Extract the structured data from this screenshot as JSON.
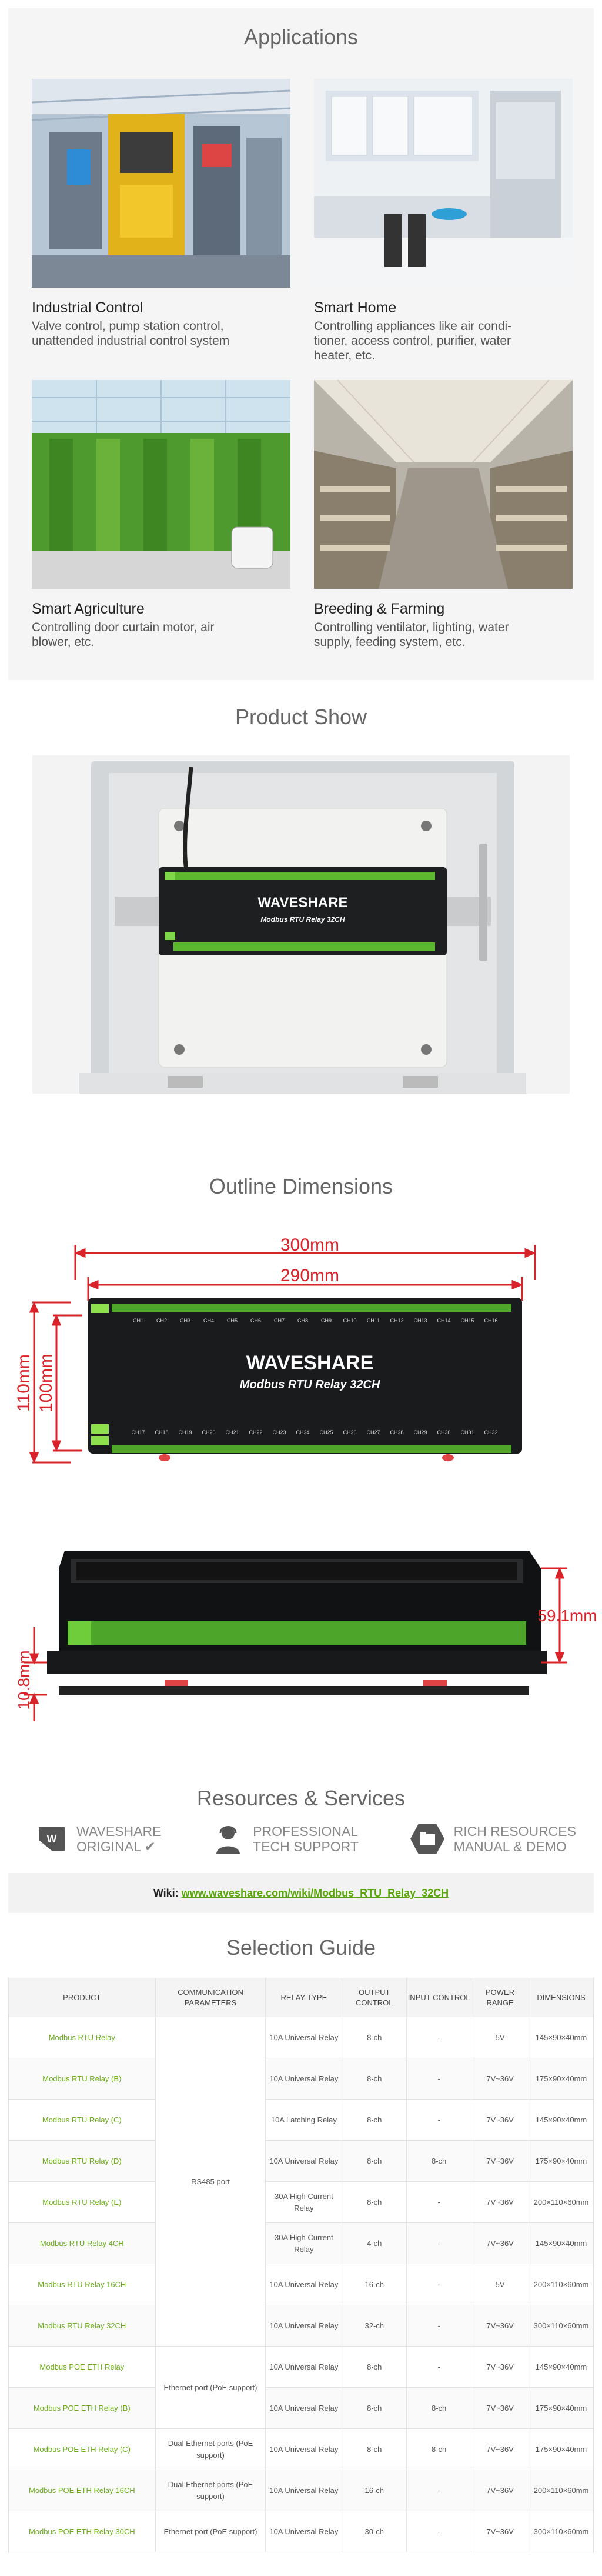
{
  "applications": {
    "title": "Applications",
    "cards": [
      {
        "name": "Industrial Control",
        "desc1": "Valve control, pump station control,",
        "desc2": "unattended industrial control system",
        "desc3": ""
      },
      {
        "name": "Smart Home",
        "desc1": "Controlling appliances like air condi-",
        "desc2": "tioner, access control, purifier, water",
        "desc3": "heater, etc."
      },
      {
        "name": "Smart Agriculture",
        "desc1": "Controlling door curtain motor, air",
        "desc2": "blower, etc.",
        "desc3": ""
      },
      {
        "name": "Breeding & Farming",
        "desc1": "Controlling ventilator, lighting, water",
        "desc2": "supply, feeding system, etc.",
        "desc3": ""
      }
    ]
  },
  "product_show": {
    "title": "Product Show",
    "brand": "WAVESHARE",
    "model": "Modbus RTU Relay 32CH"
  },
  "outline": {
    "title": "Outline Dimensions",
    "width_outer": "300mm",
    "width_inner": "290mm",
    "height_outer": "110mm",
    "height_inner": "100mm",
    "depth": "59.1mm",
    "foot": "10.8mm",
    "brand": "WAVESHARE",
    "model": "Modbus RTU Relay 32CH",
    "channels_top": [
      "CH1",
      "CH2",
      "CH3",
      "CH4",
      "CH5",
      "CH6",
      "CH7",
      "CH8",
      "CH9",
      "CH10",
      "CH11",
      "CH12",
      "CH13",
      "CH14",
      "CH15",
      "CH16"
    ],
    "channels_bottom": [
      "CH17",
      "CH18",
      "CH19",
      "CH20",
      "CH21",
      "CH22",
      "CH23",
      "CH24",
      "CH25",
      "CH26",
      "CH27",
      "CH28",
      "CH29",
      "CH30",
      "CH31",
      "CH32"
    ]
  },
  "resources": {
    "title": "Resources & Services",
    "items": [
      {
        "line1": "WAVESHARE",
        "line2": "ORIGINAL"
      },
      {
        "line1": "PROFESSIONAL",
        "line2": "TECH SUPPORT"
      },
      {
        "line1": "RICH RESOURCES",
        "line2": "MANUAL & DEMO"
      }
    ],
    "wiki_label": "Wiki:",
    "wiki_link": "www.waveshare.com/wiki/Modbus_RTU_Relay_32CH"
  },
  "selection": {
    "title": "Selection Guide",
    "headers": [
      "PRODUCT",
      "COMMUNICATION PARAMETERS",
      "RELAY TYPE",
      "OUTPUT CONTROL",
      "INPUT CONTROL",
      "POWER RANGE",
      "DIMENSIONS"
    ],
    "rs485": "RS485 port",
    "eth_poe": "Ethernet port (PoE support)",
    "rows": [
      {
        "product": "Modbus RTU Relay",
        "relay": "10A Universal Relay",
        "out": "8-ch",
        "in": "-",
        "power": "5V",
        "dim": "145×90×40mm"
      },
      {
        "product": "Modbus RTU Relay (B)",
        "relay": "10A Universal Relay",
        "out": "8-ch",
        "in": "-",
        "power": "7V~36V",
        "dim": "175×90×40mm"
      },
      {
        "product": "Modbus RTU Relay (C)",
        "relay": "10A Latching Relay",
        "out": "8-ch",
        "in": "-",
        "power": "7V~36V",
        "dim": "145×90×40mm"
      },
      {
        "product": "Modbus RTU Relay (D)",
        "relay": "10A Universal Relay",
        "out": "8-ch",
        "in": "8-ch",
        "power": "7V~36V",
        "dim": "175×90×40mm"
      },
      {
        "product": "Modbus RTU Relay (E)",
        "relay": "30A High Current Relay",
        "out": "8-ch",
        "in": "-",
        "power": "7V~36V",
        "dim": "200×110×60mm"
      },
      {
        "product": "Modbus RTU Relay 4CH",
        "relay": "30A High Current Relay",
        "out": "4-ch",
        "in": "-",
        "power": "7V~36V",
        "dim": "145×90×40mm"
      },
      {
        "product": "Modbus RTU Relay 16CH",
        "relay": "10A Universal Relay",
        "out": "16-ch",
        "in": "-",
        "power": "5V",
        "dim": "200×110×60mm"
      },
      {
        "product": "Modbus RTU Relay 32CH",
        "relay": "10A Universal Relay",
        "out": "32-ch",
        "in": "-",
        "power": "7V~36V",
        "dim": "300×110×60mm"
      },
      {
        "product": "Modbus POE ETH Relay",
        "relay": "10A Universal Relay",
        "out": "8-ch",
        "in": "-",
        "power": "7V~36V",
        "dim": "145×90×40mm"
      },
      {
        "product": "Modbus POE ETH Relay (B)",
        "relay": "10A Universal Relay",
        "out": "8-ch",
        "in": "8-ch",
        "power": "7V~36V",
        "dim": "175×90×40mm"
      },
      {
        "product": "Modbus POE ETH Relay (C)",
        "comm": "Dual Ethernet ports (PoE support)",
        "relay": "10A Universal Relay",
        "out": "8-ch",
        "in": "8-ch",
        "power": "7V~36V",
        "dim": "175×90×40mm"
      },
      {
        "product": "Modbus POE ETH Relay 16CH",
        "comm": "Dual Ethernet ports (PoE support)",
        "relay": "10A Universal Relay",
        "out": "16-ch",
        "in": "-",
        "power": "7V~36V",
        "dim": "200×110×60mm"
      },
      {
        "product": "Modbus POE ETH Relay 30CH",
        "comm": "Ethernet port (PoE support)",
        "relay": "10A Universal Relay",
        "out": "30-ch",
        "in": "-",
        "power": "7V~36V",
        "dim": "300×110×60mm"
      }
    ]
  }
}
